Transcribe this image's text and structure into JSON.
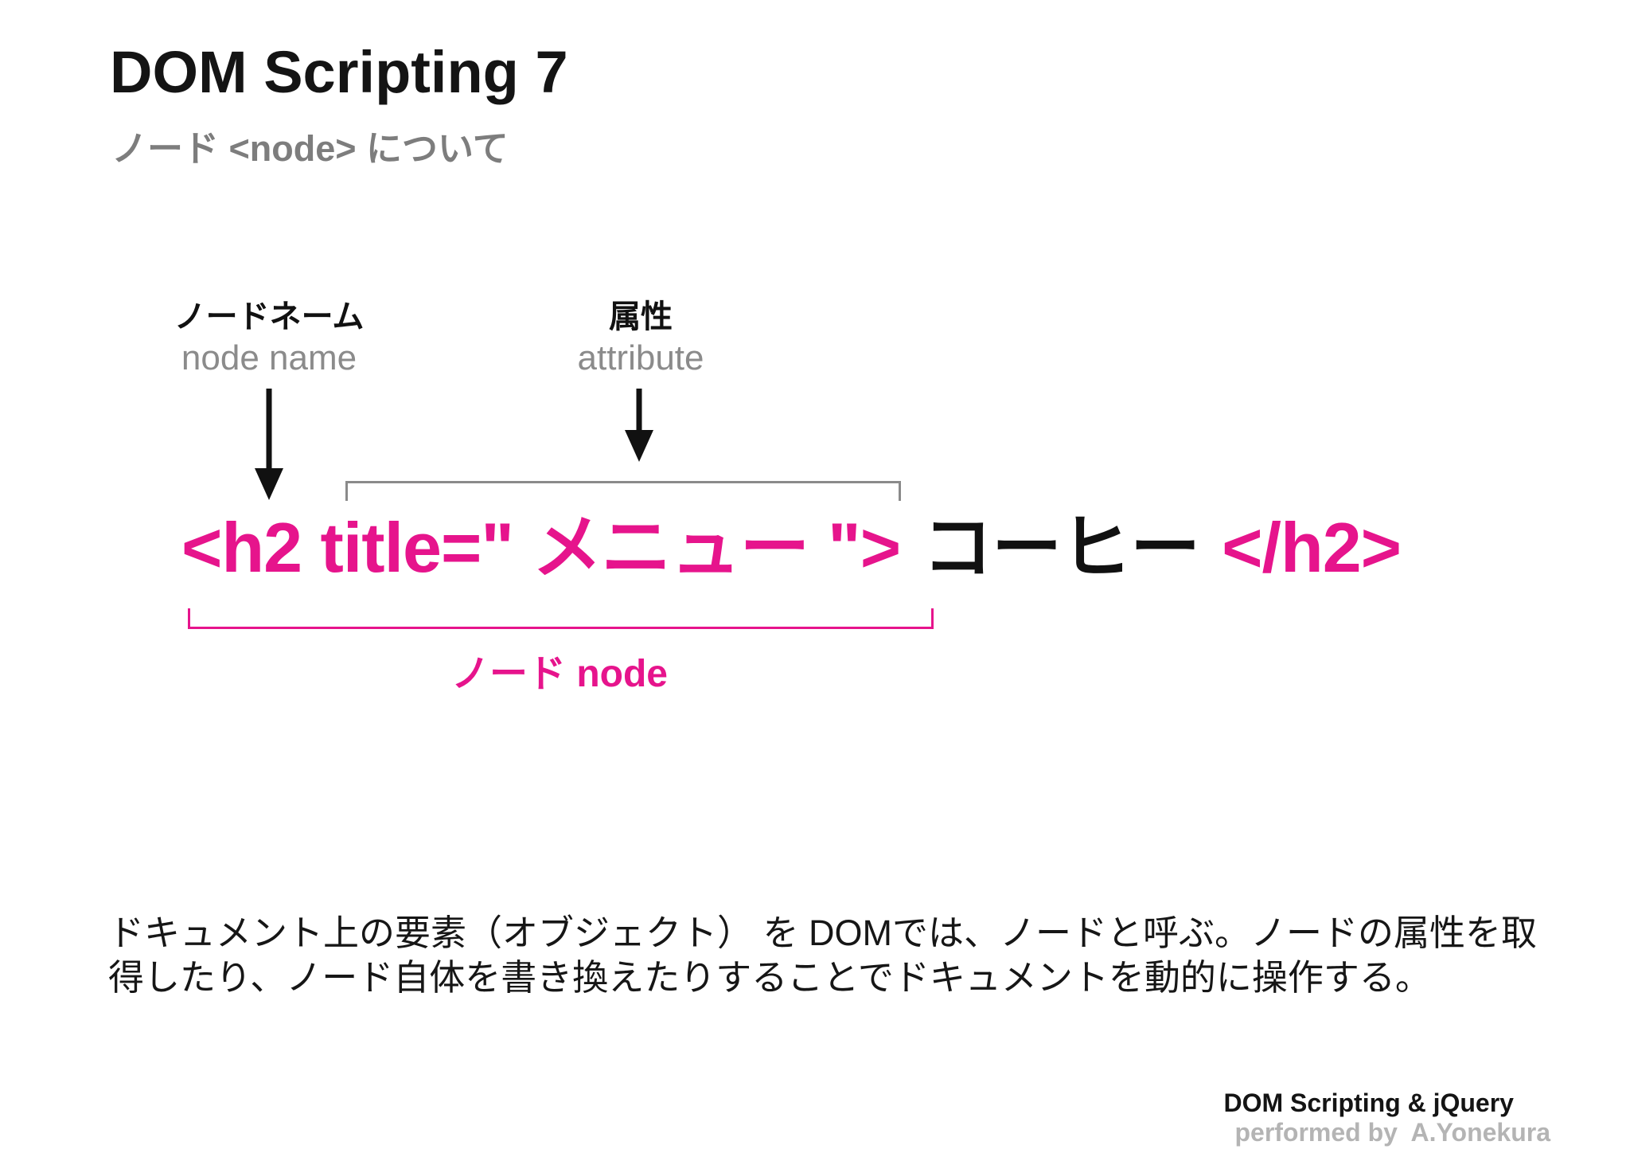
{
  "slide": {
    "title": "DOM Scripting 7",
    "subtitle": "ノード <node> について"
  },
  "diagram": {
    "node_name": {
      "jp": "ノードネーム",
      "en": "node name"
    },
    "attribute": {
      "jp": "属性",
      "en": "attribute"
    },
    "code": {
      "open_tag": "<h2 title=\" メニュー \">",
      "content": "コーヒー",
      "close_tag": "</h2>"
    },
    "node_bracket_label": "ノード node"
  },
  "body": {
    "text": "ドキュメント上の要素（オブジェクト） を DOMでは、ノードと呼ぶ。ノードの属性を取得したり、ノード自体を書き換えたりすることでドキュメントを動的に操作する。"
  },
  "footer": {
    "series": "DOM Scripting & jQuery",
    "credit": "performed by  A.Yonekura"
  },
  "colors": {
    "accent_pink": "#e6148c",
    "title_black": "#141414",
    "subtitle_gray": "#7d7d7d",
    "label_gray": "#8b8b8b",
    "bracket_gray": "#8a8a8a",
    "footer_gray": "#b4b4b4"
  }
}
